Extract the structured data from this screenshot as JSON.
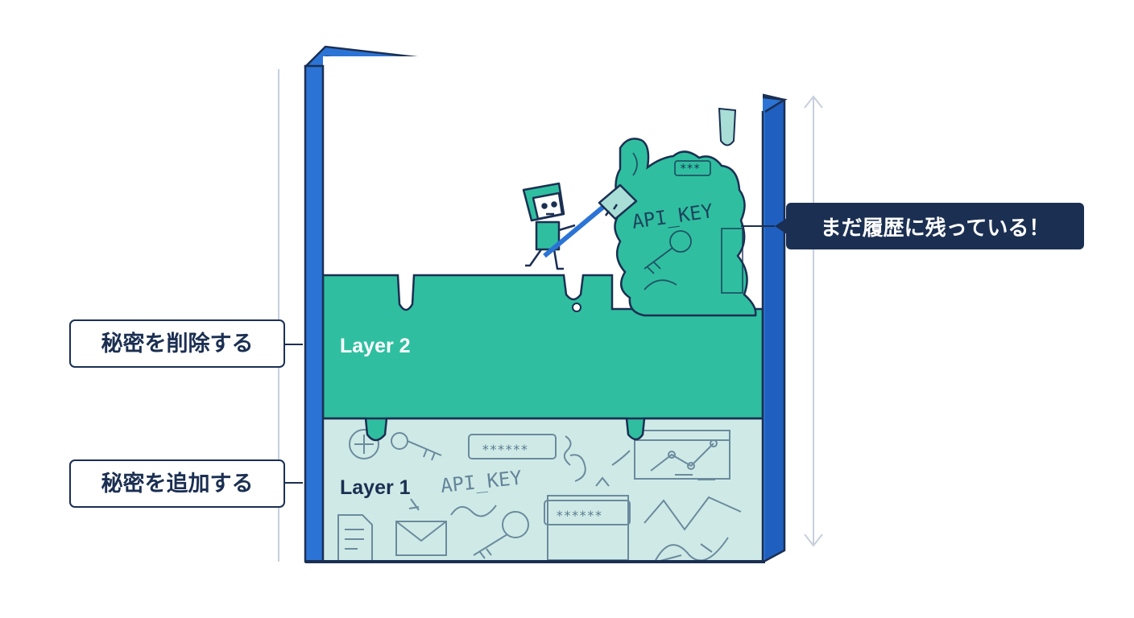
{
  "labels": {
    "delete_secret": "秘密を削除する",
    "add_secret": "秘密を追加する",
    "callout": "まだ履歴に残っている！"
  },
  "layers": [
    {
      "name": "Layer 2",
      "color": "#2fbfa0"
    },
    {
      "name": "Layer 1",
      "color": "#cfeae6"
    }
  ],
  "doodles": {
    "api_key_layer1": "API_KEY",
    "api_key_blob": "API_KEY",
    "password_mask": "******",
    "blob_mask": "***"
  },
  "colors": {
    "frame": "#2b74d6",
    "outline": "#1b2f52",
    "layer2": "#2fbfa0",
    "layer1": "#cfeae6",
    "top_bar": "#a9ded6",
    "arrow": "#c7cfdc",
    "scribble": "#5a7a92"
  },
  "icons": [
    "key-icon",
    "envelope-icon",
    "document-icon",
    "browser-chart-icon",
    "broom-icon"
  ]
}
